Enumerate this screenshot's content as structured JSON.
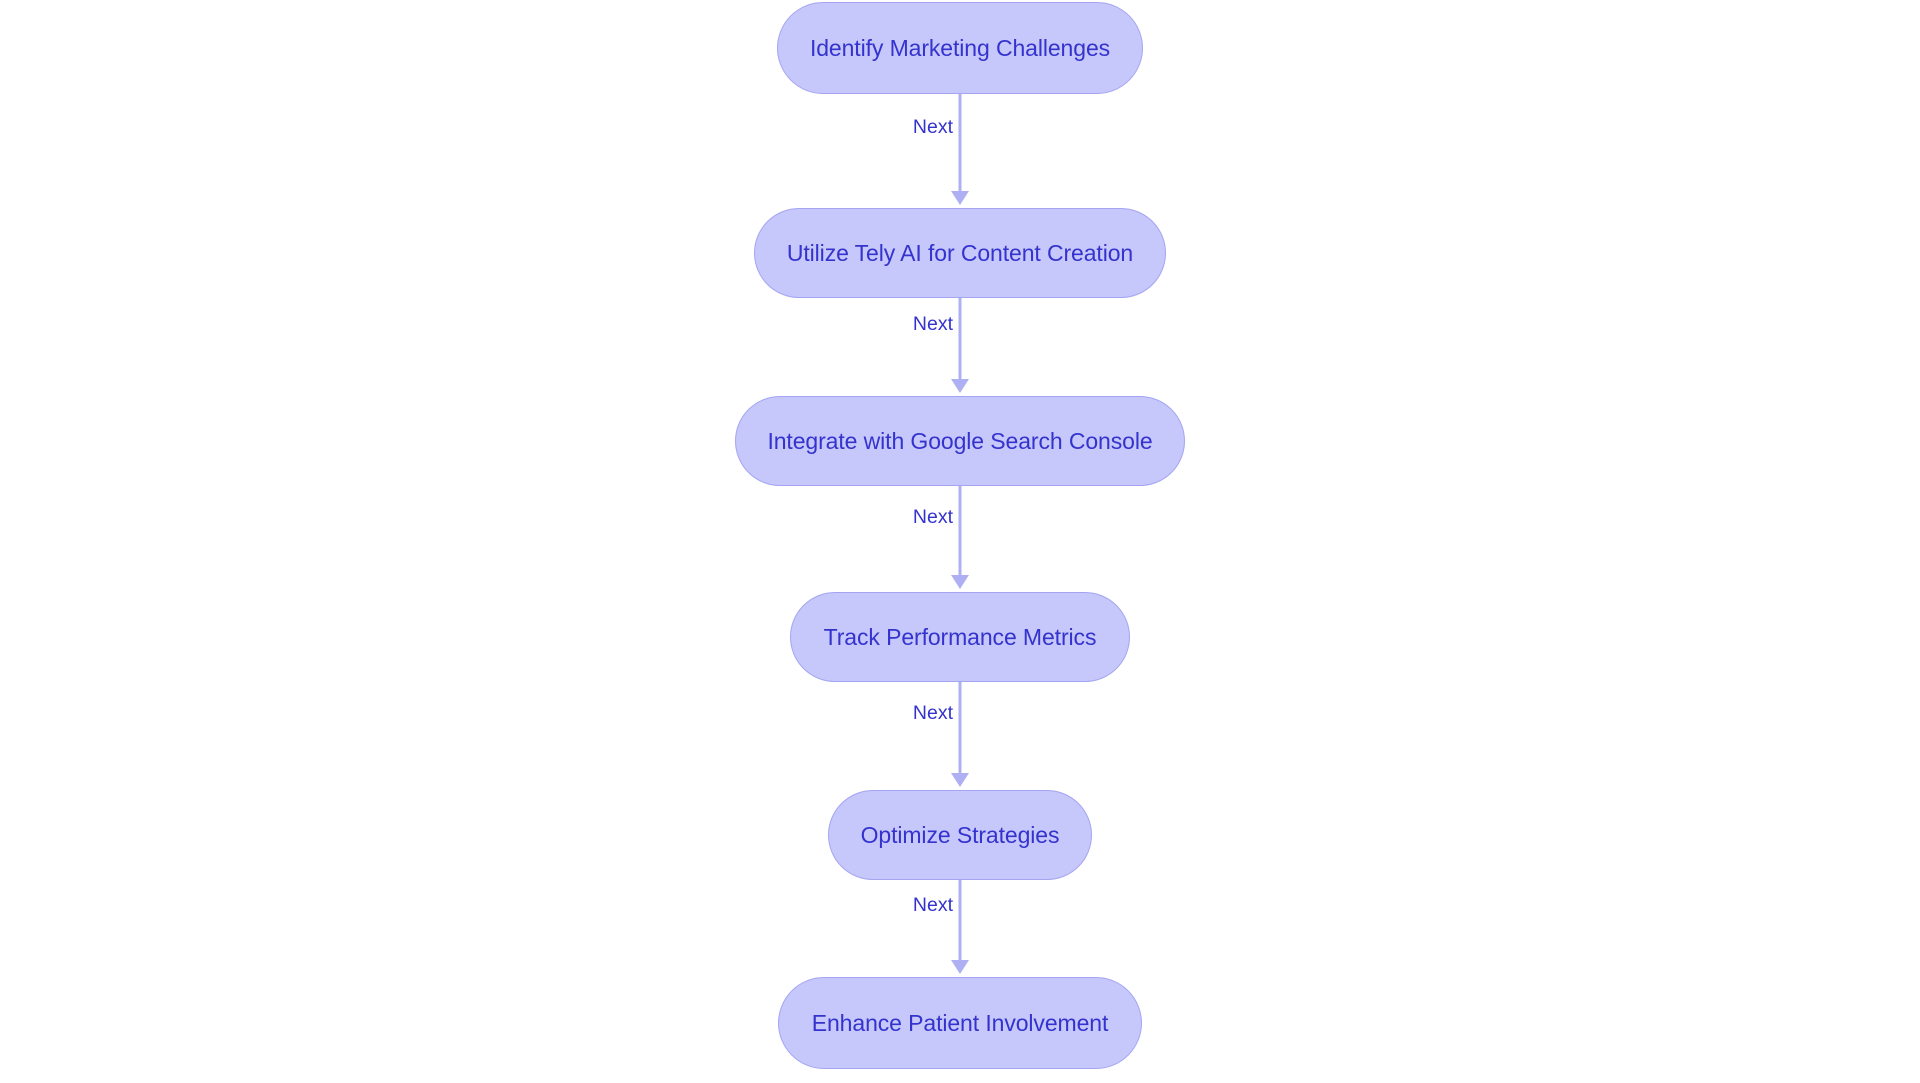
{
  "diagram": {
    "type": "flowchart",
    "orientation": "vertical",
    "background_color": "#ffffff",
    "node_fill_color": "#c6c7fb",
    "node_border_color": "#a4a5f2",
    "node_text_color": "#3433cd",
    "edge_color": "#aeb0f3",
    "edge_label_color": "#3433cd",
    "nodes": [
      {
        "id": "n1",
        "label": "Identify Marketing Challenges"
      },
      {
        "id": "n2",
        "label": "Utilize Tely AI for Content Creation"
      },
      {
        "id": "n3",
        "label": "Integrate with Google Search Console"
      },
      {
        "id": "n4",
        "label": "Track Performance Metrics"
      },
      {
        "id": "n5",
        "label": "Optimize Strategies"
      },
      {
        "id": "n6",
        "label": "Enhance Patient Involvement"
      }
    ],
    "edges": [
      {
        "id": "e1",
        "from": "n1",
        "to": "n2",
        "label": "Next"
      },
      {
        "id": "e2",
        "from": "n2",
        "to": "n3",
        "label": "Next"
      },
      {
        "id": "e3",
        "from": "n3",
        "to": "n4",
        "label": "Next"
      },
      {
        "id": "e4",
        "from": "n4",
        "to": "n5",
        "label": "Next"
      },
      {
        "id": "e5",
        "from": "n5",
        "to": "n6",
        "label": "Next"
      }
    ]
  }
}
